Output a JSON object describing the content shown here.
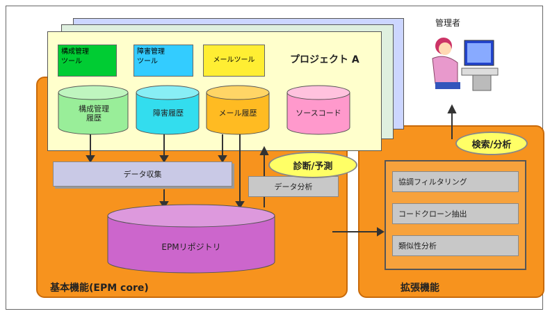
{
  "core_label": "基本機能(EPM core)",
  "ext_label": "拡張機能",
  "project_title": "プロジェクト A",
  "tools": {
    "config_tool": "構成管理\nツール",
    "defect_tool": "障害管理\nツール",
    "mail_tool": "メールツール"
  },
  "repos": {
    "config_history": "構成管理\n履歴",
    "defect_history": "障害履歴",
    "mail_history": "メール履歴",
    "source_code": "ソースコード"
  },
  "data_collection": "データ収集",
  "data_analysis": "データ分析",
  "epm_repository": "EPMリポジトリ",
  "diagnosis_bubble": "診断/予測",
  "search_bubble": "検索/分析",
  "admin_label": "管理者",
  "ext_items": [
    "協調フィルタリング",
    "コードクローン抽出",
    "類似性分析"
  ],
  "colors": {
    "orange": "#f7931e",
    "project_bg": "#ffffcc",
    "config_green": "#00cc33",
    "defect_cyan": "#33ccff",
    "mail_yellow": "#ffee33",
    "source_pink": "#ff99cc",
    "epm_purple": "#cc66cc",
    "bubble_yellow": "#ffff66"
  }
}
